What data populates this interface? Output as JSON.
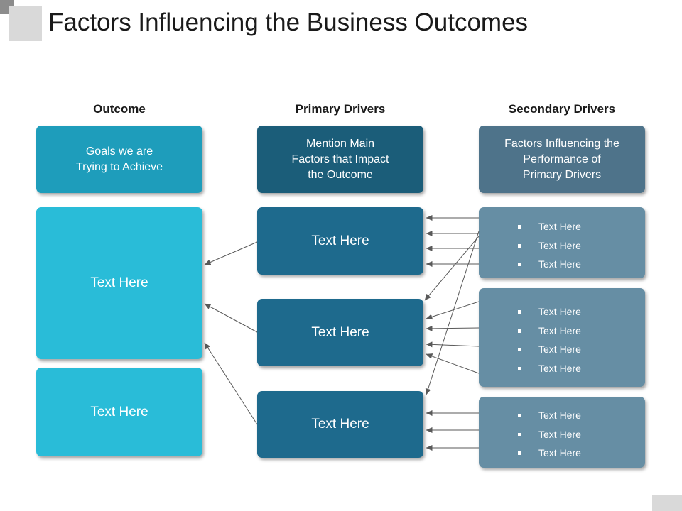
{
  "title": "Factors Influencing the Business Outcomes",
  "columns": {
    "outcome": "Outcome",
    "primary": "Primary Drivers",
    "secondary": "Secondary Drivers"
  },
  "headers": {
    "outcome": "Goals we are\nTrying to Achieve",
    "primary": "Mention Main\nFactors that Impact\nthe Outcome",
    "secondary": "Factors Influencing the\nPerformance of\nPrimary Drivers"
  },
  "outcomes": [
    "Text Here",
    "Text Here"
  ],
  "primary_drivers": [
    "Text Here",
    "Text Here",
    "Text Here"
  ],
  "secondary_groups": [
    [
      "Text Here",
      "Text Here",
      "Text Here"
    ],
    [
      "Text Here",
      "Text Here",
      "Text Here",
      "Text Here"
    ],
    [
      "Text Here",
      "Text Here",
      "Text Here"
    ]
  ],
  "colors": {
    "outcome_header": "#1e9dbb",
    "outcome_box": "#29bcd8",
    "primary_header": "#1b5d79",
    "primary_box": "#1e6a8d",
    "secondary_header": "#4e738a",
    "secondary_box": "#668ea4",
    "arrow": "#595959"
  }
}
